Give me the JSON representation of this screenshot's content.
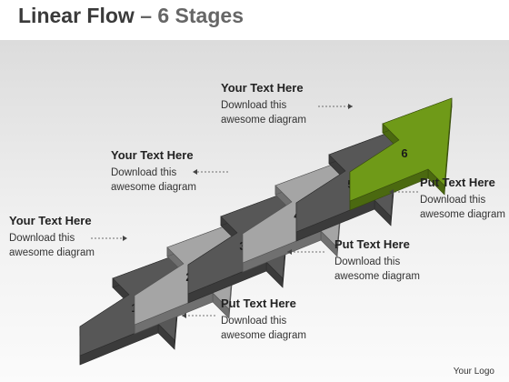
{
  "title": {
    "main": "Linear Flow",
    "dash": "–",
    "sub": "6 Stages"
  },
  "colors": {
    "dark": "#575757",
    "light": "#a5a5a5",
    "accent": "#6f9a18"
  },
  "stages": [
    {
      "number": "1",
      "color": "dark"
    },
    {
      "number": "2",
      "color": "light"
    },
    {
      "number": "3",
      "color": "dark"
    },
    {
      "number": "4",
      "color": "light"
    },
    {
      "number": "5",
      "color": "dark"
    },
    {
      "number": "6",
      "color": "accent"
    }
  ],
  "callouts": [
    {
      "heading": "Your Text Here",
      "body": "Download this awesome diagram"
    },
    {
      "heading": "Put Text Here",
      "body": "Download this awesome diagram"
    },
    {
      "heading": "Your Text Here",
      "body": "Download this awesome diagram"
    },
    {
      "heading": "Put Text Here",
      "body": "Download this awesome diagram"
    },
    {
      "heading": "Your Text Here",
      "body": "Download this awesome diagram"
    },
    {
      "heading": "Put Text Here",
      "body": "Download this awesome diagram"
    }
  ],
  "logo": "Your Logo"
}
